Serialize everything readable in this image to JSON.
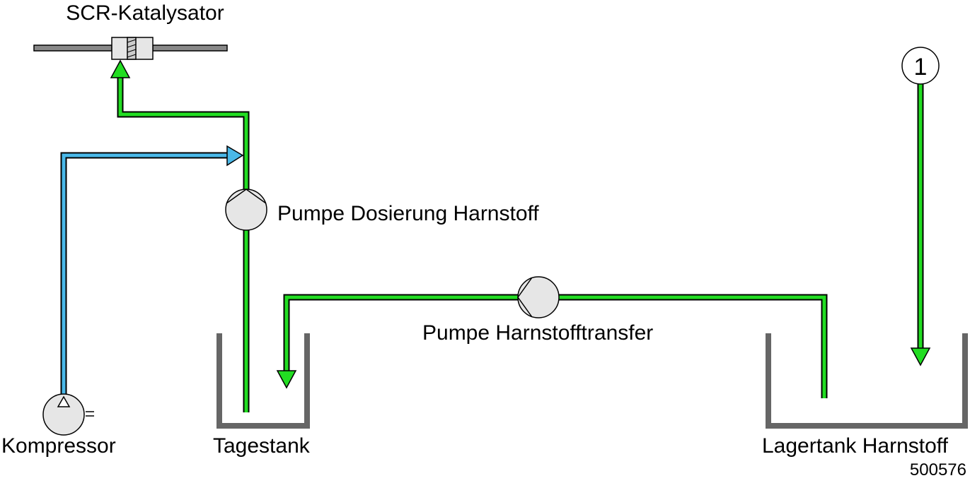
{
  "labels": {
    "scr_catalyst": "SCR-Katalysator",
    "pump_dosing": "Pumpe Dosierung Harnstoff",
    "pump_transfer": "Pumpe Harnstofftransfer",
    "compressor": "Kompressor",
    "day_tank": "Tagestank",
    "storage_tank": "Lagertank Harnstoff",
    "inlet_marker": "1",
    "figure_id": "500576"
  },
  "colors": {
    "urea_line": "#22dd22",
    "air_line": "#4ab8e8",
    "outline": "#000000",
    "tank_wall": "#666666",
    "component_fill": "#e6e6e6"
  }
}
